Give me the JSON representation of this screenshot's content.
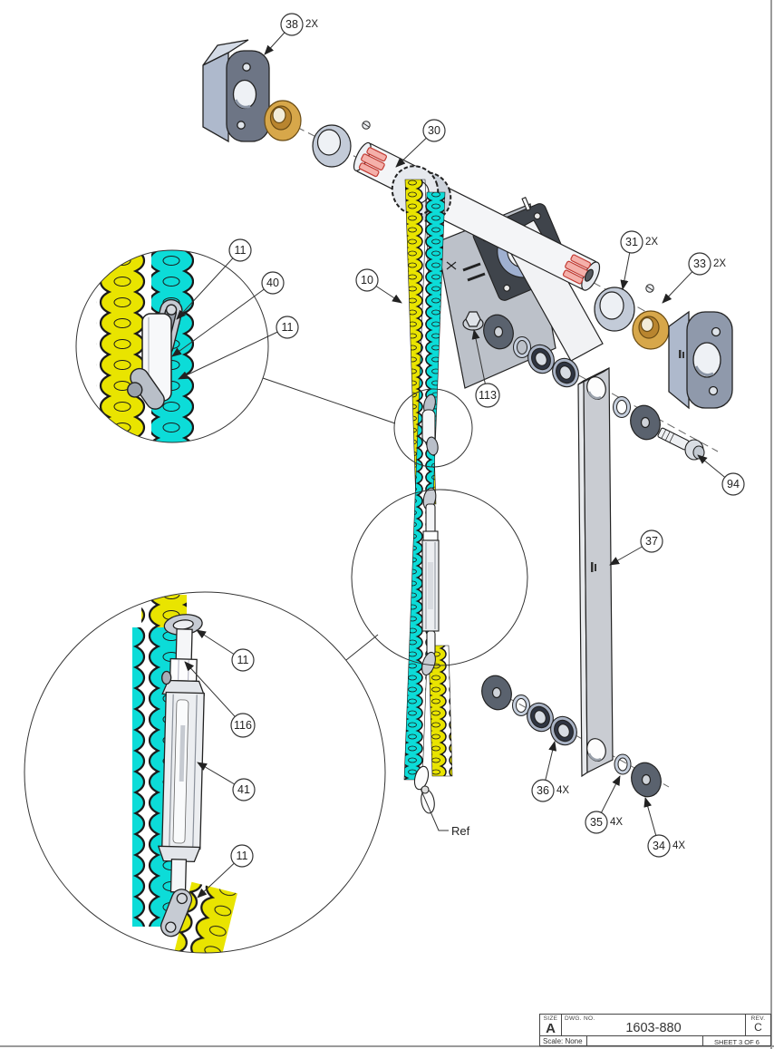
{
  "title_block": {
    "size_label": "SIZE",
    "size_value": "A",
    "dwg_label": "DWG.  NO.",
    "dwg_value": "1603-880",
    "rev_label": "REV.",
    "rev_value": "C",
    "scale": "Scale: None",
    "sheet": "SHEET 3 OF 6"
  },
  "parts": {
    "p10": {
      "num": "10"
    },
    "p11": {
      "num": "11"
    },
    "p30": {
      "num": "30"
    },
    "p31": {
      "num": "31",
      "qty": "2X"
    },
    "p33": {
      "num": "33",
      "qty": "2X"
    },
    "p34": {
      "num": "34",
      "qty": "4X"
    },
    "p35": {
      "num": "35",
      "qty": "4X"
    },
    "p36": {
      "num": "36",
      "qty": "4X"
    },
    "p37": {
      "num": "37"
    },
    "p38": {
      "num": "38",
      "qty": "2X"
    },
    "p40": {
      "num": "40"
    },
    "p41": {
      "num": "41"
    },
    "p94": {
      "num": "94"
    },
    "p113": {
      "num": "113"
    },
    "p116": {
      "num": "116"
    }
  },
  "ref_label": "Ref",
  "colors": {
    "chain_yellow": "#e9e400",
    "chain_cyan": "#0cdcd8",
    "brass": "#d7a74a",
    "brass_dark": "#b9852f",
    "steel_light": "#eef0f4",
    "steel_mid": "#c3cbd8",
    "steel_dark": "#6d7585",
    "washer_dark": "#5a626e",
    "spline_pink": "#f4b0aa",
    "spline_red": "#c23b33",
    "line": "#222222"
  }
}
